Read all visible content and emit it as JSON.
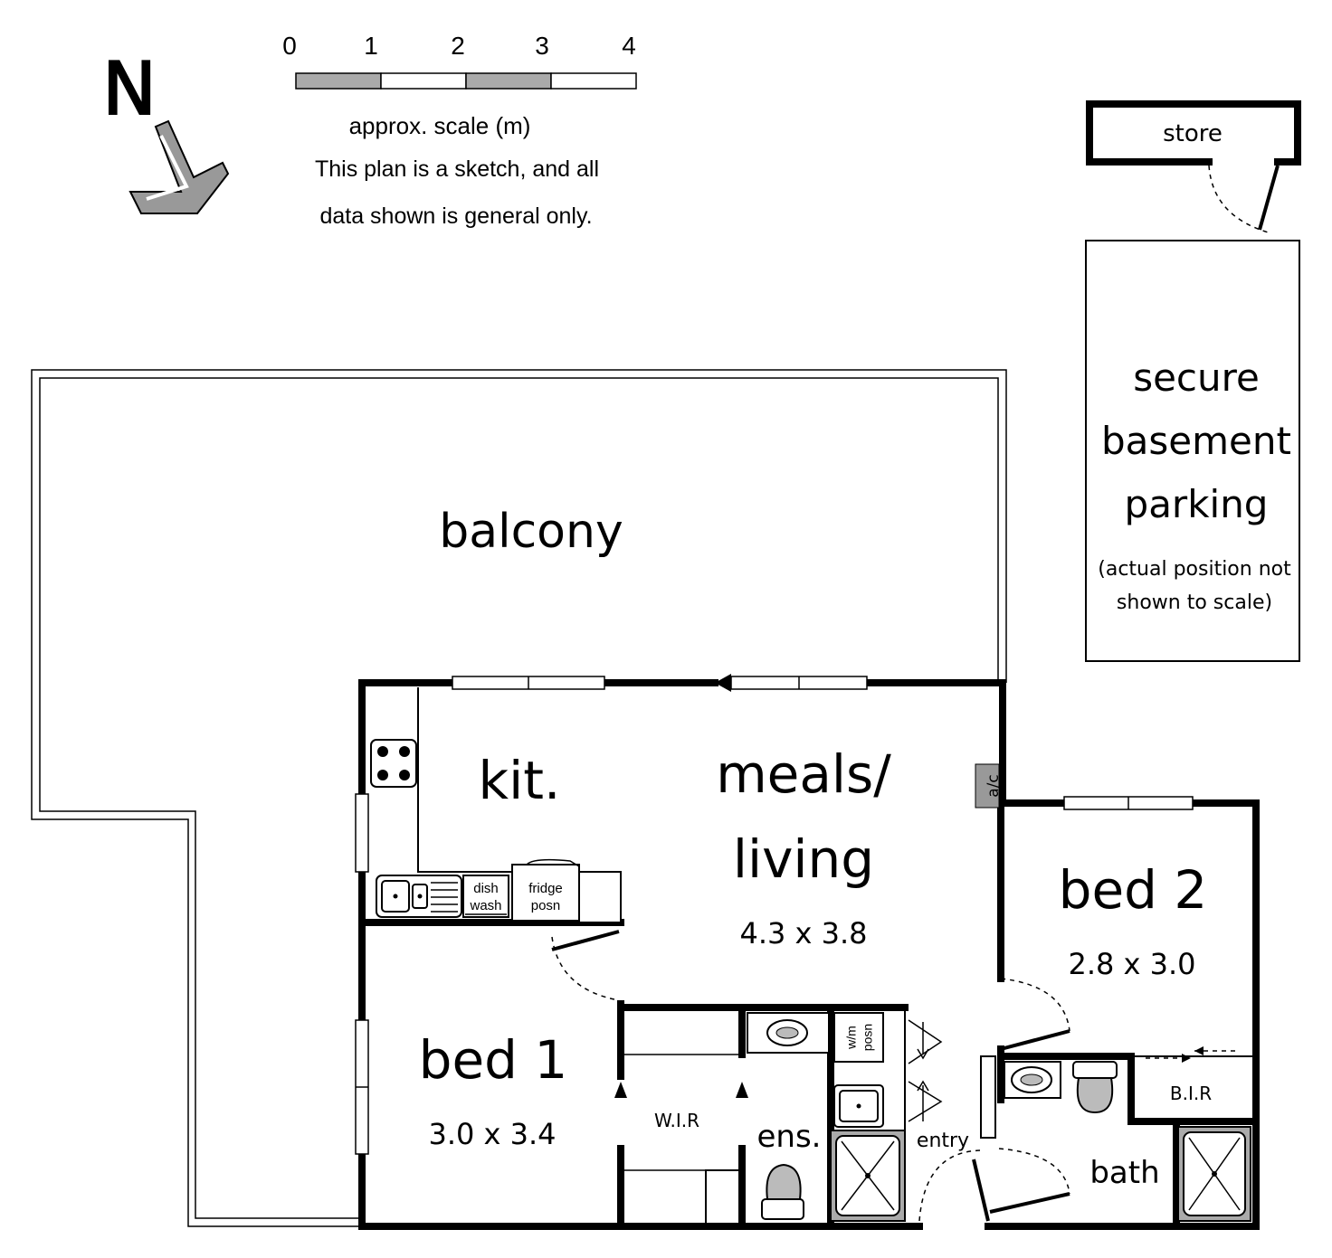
{
  "scale_bar": {
    "ticks": [
      "0",
      "1",
      "2",
      "3",
      "4"
    ],
    "caption": "approx. scale (m)",
    "disclaimer_line1": "This plan is a sketch, and all",
    "disclaimer_line2": "data shown is general only."
  },
  "compass": {
    "north_label": "N"
  },
  "store": {
    "label": "store"
  },
  "parking": {
    "line1": "secure",
    "line2": "basement",
    "line3": "parking",
    "note1": "(actual position not",
    "note2": "shown to scale)"
  },
  "rooms": {
    "balcony": {
      "label": "balcony"
    },
    "kitchen": {
      "label": "kit."
    },
    "meals_living": {
      "label1": "meals/",
      "label2": "living",
      "dims": "4.3 x 3.8"
    },
    "bed1": {
      "label": "bed 1",
      "dims": "3.0 x 3.4"
    },
    "bed2": {
      "label": "bed 2",
      "dims": "2.8 x 3.0"
    },
    "wir": {
      "label": "W.I.R"
    },
    "ensuite": {
      "label": "ens."
    },
    "entry": {
      "label": "entry"
    },
    "bath": {
      "label": "bath"
    },
    "bir": {
      "label": "B.I.R"
    }
  },
  "fixtures": {
    "ac": "a/c",
    "dishwasher1": "dish",
    "dishwasher2": "wash",
    "fridge1": "fridge",
    "fridge2": "posn",
    "wm1": "w/m",
    "wm2": "posn"
  }
}
